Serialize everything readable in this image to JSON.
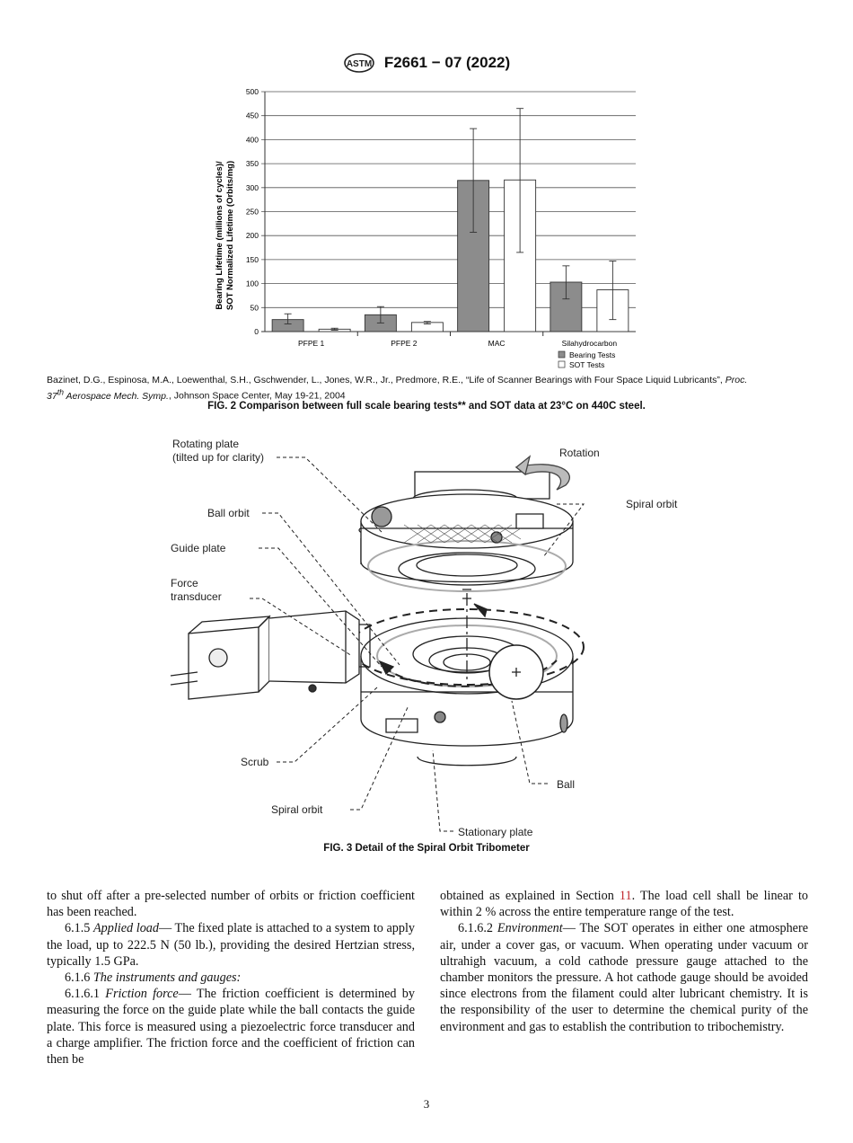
{
  "header": {
    "standard": "F2661 − 07 (2022)",
    "logo_icon": "astm-logo-icon"
  },
  "chart_data": {
    "type": "bar",
    "title": "",
    "ylabel_line1": "Bearing Lifetime (millions of cycles)/",
    "ylabel_line2": "SOT Normalized Lifetime (Orbits/mg)",
    "xlabel": "",
    "ylim": [
      0,
      500
    ],
    "yticks": [
      0,
      50,
      100,
      150,
      200,
      250,
      300,
      350,
      400,
      450,
      500
    ],
    "grid": true,
    "legend_position": "bottom-right",
    "categories": [
      "PFPE 1",
      "PFPE 2",
      "MAC",
      "Silahydrocarbon"
    ],
    "series": [
      {
        "name": "Bearing Tests",
        "color": "#8c8c8c",
        "values": [
          25,
          35,
          315,
          103
        ],
        "err_low": [
          16,
          18,
          207,
          68
        ],
        "err_high": [
          37,
          52,
          423,
          137
        ]
      },
      {
        "name": "SOT Tests",
        "color": "#ffffff",
        "values": [
          5,
          19,
          316,
          87
        ],
        "err_low": [
          3,
          16,
          165,
          25
        ],
        "err_high": [
          7,
          21,
          465,
          147
        ]
      }
    ]
  },
  "fig2": {
    "citation_authors": "Bazinet, D.G., Espinosa, M.A., Loewenthal, S.H., Gschwender, L., Jones, W.R., Jr., Predmore, R.E., “Life of Scanner Bearings with Four Space Liquid Lubricants”, ",
    "citation_proc": "Proc.",
    "citation_num": "37",
    "citation_sup": "th",
    "citation_symp": " Aerospace Mech. Symp.",
    "citation_rest": ", Johnson Space Center, May 19-21, 2004",
    "caption": "FIG. 2 Comparison between full scale bearing tests** and SOT data at 23°C on 440C steel."
  },
  "fig3": {
    "caption": "FIG. 3 Detail of the Spiral Orbit Tribometer",
    "labels": {
      "rotating_plate_1": "Rotating plate",
      "rotating_plate_2": "(tilted up for clarity)",
      "rotation": "Rotation",
      "spiral_orbit_top": "Spiral orbit",
      "ball_orbit": "Ball orbit",
      "guide_plate": "Guide plate",
      "force_1": "Force",
      "force_2": "transducer",
      "scrub": "Scrub",
      "spiral_orbit_bottom": "Spiral orbit",
      "ball": "Ball",
      "stationary_plate": "Stationary plate"
    }
  },
  "body": {
    "left_p1": "to shut off after a pre-selected number of orbits or friction coefficient has been reached.",
    "left_p2_num": "6.1.5 ",
    "left_p2_title": "Applied load",
    "left_p2_text": "— The fixed plate is attached to a system to apply the load, up to 222.5 N (50 lb.), providing the desired Hertzian stress, typically 1.5 GPa.",
    "left_p3_num": "6.1.6 ",
    "left_p3_title": "The instruments and gauges:",
    "left_p4_num": "6.1.6.1 ",
    "left_p4_title": "Friction force",
    "left_p4_text": "— The friction coefficient is determined by measuring the force on the guide plate while the ball contacts the guide plate. This force is measured using a piezoelectric force transducer and a charge amplifier. The friction force and the coefficient of friction can then be",
    "right_p1_a": "obtained as explained in Section ",
    "right_p1_link": "11",
    "right_p1_b": ". The load cell shall be linear to within 2 % across the entire temperature range of the test.",
    "right_p2_num": "6.1.6.2 ",
    "right_p2_title": "Environment",
    "right_p2_text": "— The SOT operates in either one atmosphere air, under a cover gas, or vacuum. When operating under vacuum or ultrahigh vacuum, a cold cathode pressure gauge attached to the chamber monitors the pressure. A hot cathode gauge should be avoided since electrons from the filament could alter lubricant chemistry. It is the responsibility of the user to determine the chemical purity of the environment and gas to establish the contribution to tribochemistry."
  },
  "page_number": "3"
}
